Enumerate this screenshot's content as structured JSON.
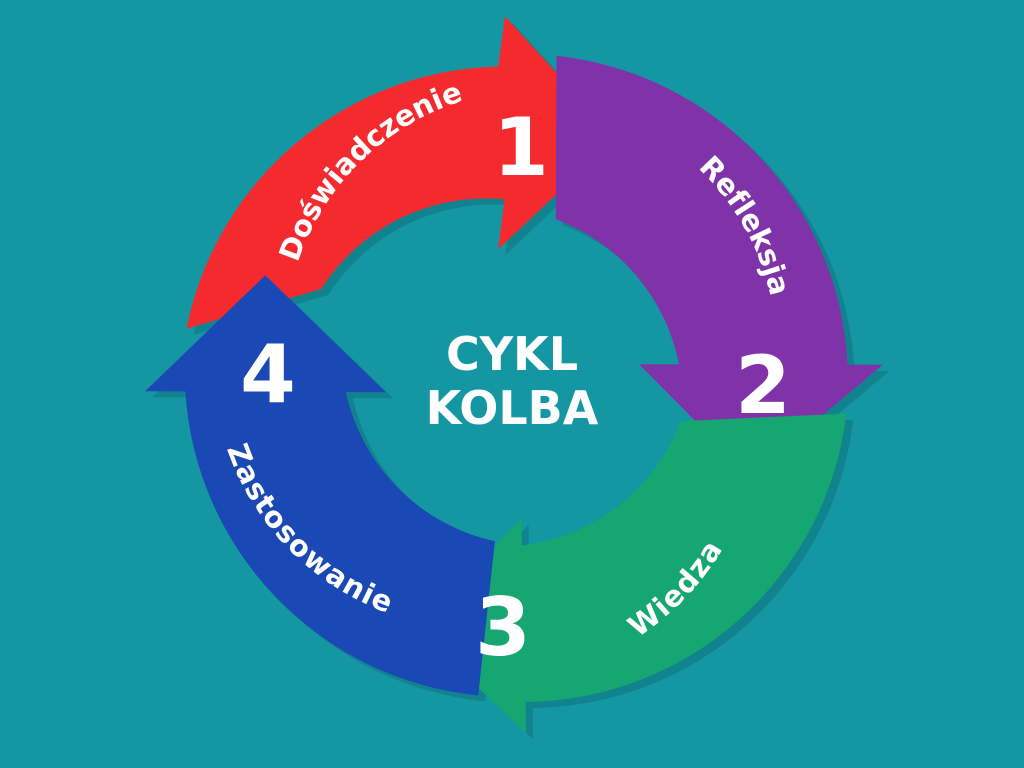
{
  "title": {
    "line1": "CYKL",
    "line2": "KOLBA"
  },
  "stages": [
    {
      "number": "1",
      "label": "Doświadczenie",
      "color": "#f52a2f"
    },
    {
      "number": "2",
      "label": "Refleksja",
      "color": "#8033a8"
    },
    {
      "number": "3",
      "label": "Wiedza",
      "color": "#16a672"
    },
    {
      "number": "4",
      "label": "Zastosowanie",
      "color": "#1a48b5"
    }
  ],
  "colors": {
    "background": "#1597a3"
  }
}
